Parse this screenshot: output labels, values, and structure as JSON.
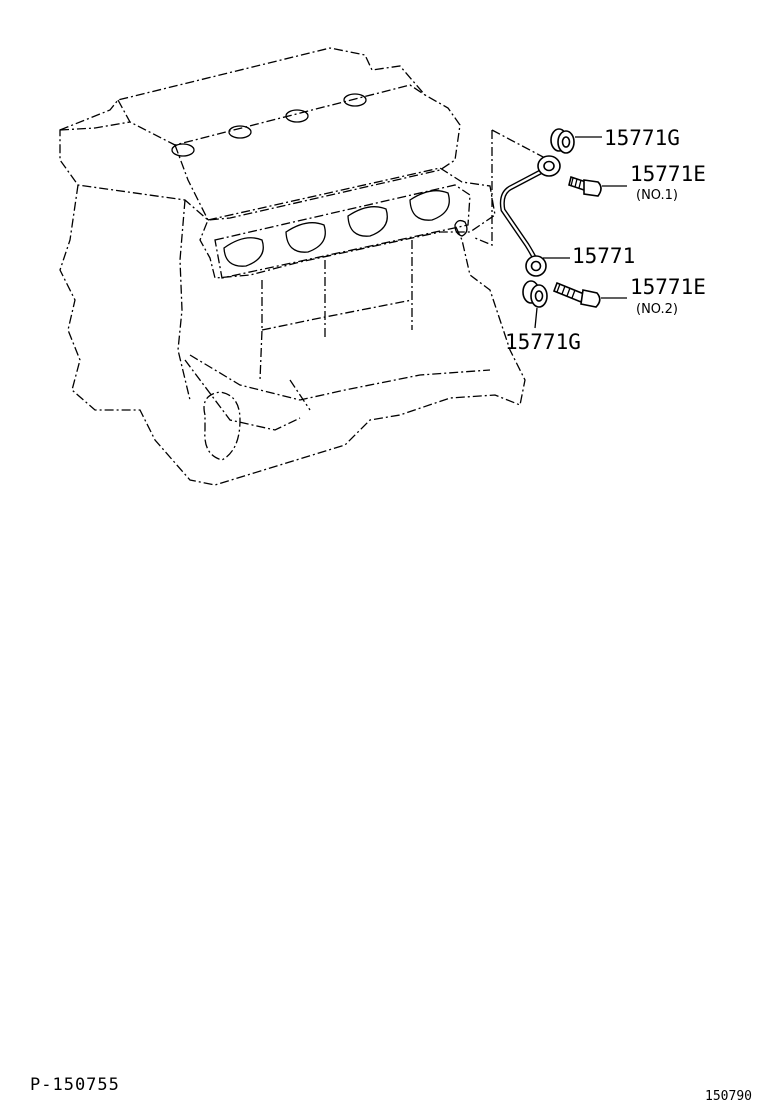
{
  "parts": {
    "union_gasket_top": {
      "number": "15771G"
    },
    "union_bolt_no1": {
      "number": "15771E",
      "sub": "(NO.1)"
    },
    "oil_pipe": {
      "number": "15771"
    },
    "union_bolt_no2": {
      "number": "15771E",
      "sub": "(NO.2)"
    },
    "union_gasket_bottom": {
      "number": "15771G"
    }
  },
  "footer": {
    "page_ref": "P-150755",
    "figure_number": "150790"
  }
}
